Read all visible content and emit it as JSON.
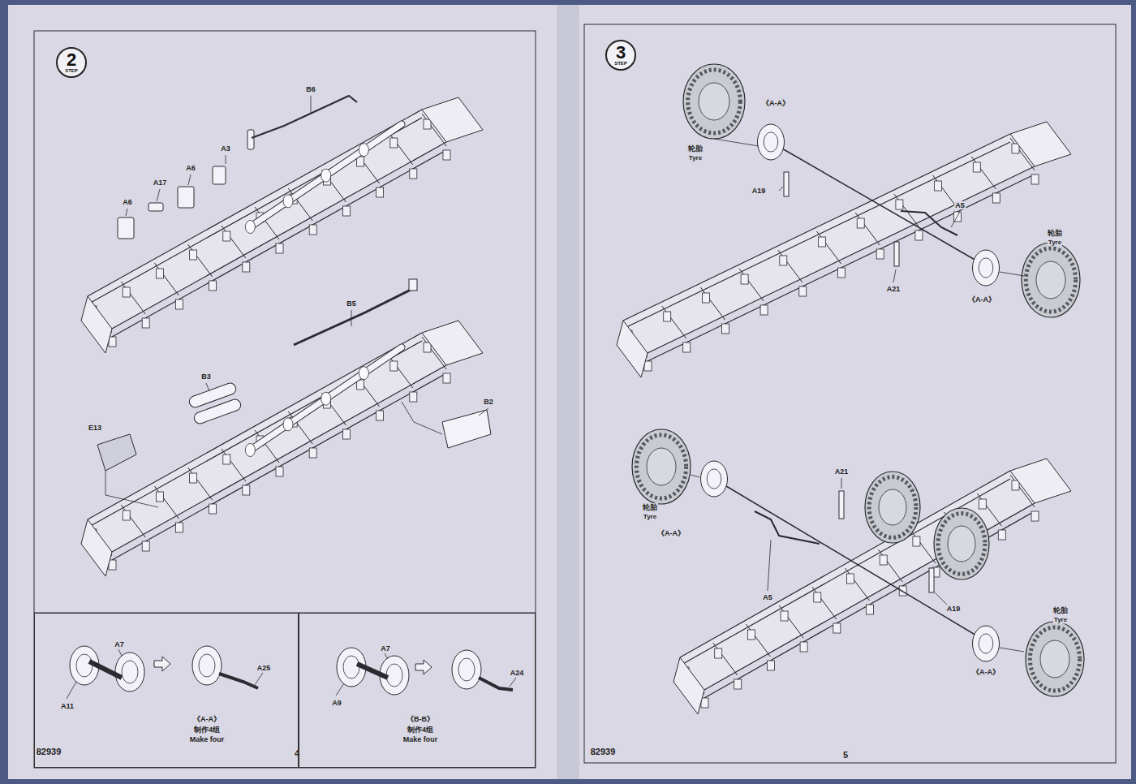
{
  "diagram": {
    "nodes": [
      {
        "text": [
          "2",
          "STEP"
        ]
      },
      {
        "text": [
          "A7",
          "A11",
          "A25",
          "《A-A》",
          "制作4组",
          "Make four"
        ]
      },
      {
        "text": [
          "A7",
          "A9",
          "A24",
          "《B-B》",
          "制作4组",
          "Make four"
        ]
      },
      {
        "text": [
          "3",
          "STEP"
        ]
      }
    ],
    "edges": [],
    "labels": [
      "B6",
      "A3",
      "A6",
      "A17",
      "A6",
      "B5",
      "B3",
      "E13",
      "B2",
      "82939",
      "4",
      "《A-A》",
      "轮胎",
      "Tyre",
      "A19",
      "A5",
      "轮胎",
      "Tyre",
      "A21",
      "《A-A》",
      "轮胎",
      "Tyre",
      "《A-A》",
      "A21",
      "A5",
      "A19",
      "轮胎",
      "Tyre",
      "《A-A》",
      "82939",
      "5"
    ]
  }
}
